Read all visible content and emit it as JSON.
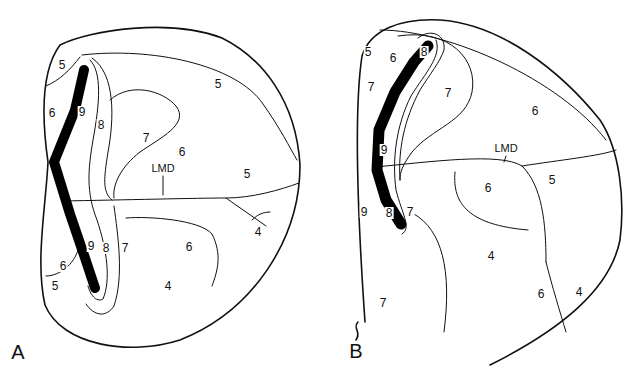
{
  "diagram": {
    "labels": [
      "5",
      "6",
      "9",
      "8",
      "7",
      "5",
      "6",
      "LMD",
      "5",
      "4",
      "9",
      "8",
      "7",
      "6",
      "6",
      "5",
      "4",
      "A",
      "5",
      "6",
      "8",
      "7",
      "7",
      "9",
      "6",
      "LMD",
      "5",
      "9",
      "8",
      "7",
      "6",
      "4",
      "6",
      "4",
      "7",
      "B"
    ]
  }
}
